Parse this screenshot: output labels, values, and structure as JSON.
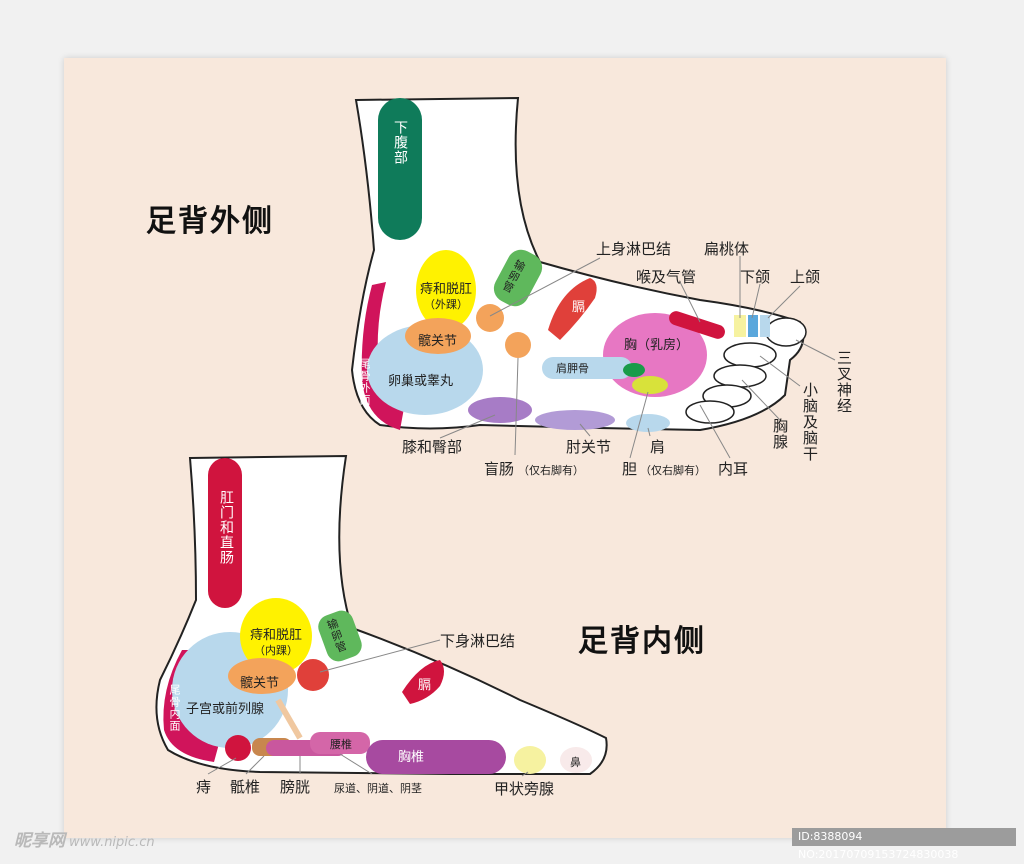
{
  "titles": {
    "lateral": "足背外侧",
    "medial": "足背内侧"
  },
  "lateral": {
    "inner": {
      "lower_abdomen": "下腹部",
      "hemorrhoids": "痔和脱肛",
      "hemorrhoids_sub": "（外踝）",
      "hip": "髋关节",
      "ovary": "卵巢或睾丸",
      "vas_deferens": "输卵管",
      "diaphragm": "膈",
      "chest": "胸（乳房）",
      "scapula": "肩胛骨",
      "coccyx": "尾骨外面"
    },
    "outer": {
      "upper_lymph": "上身淋巴结",
      "tonsil": "扁桃体",
      "throat": "喉及气管",
      "lower_jaw": "下颌",
      "upper_jaw": "上颌",
      "trigeminal": "三叉神经",
      "cerebellum": "小脑及脑干",
      "thymus": "胸腺",
      "knee": "膝和臀部",
      "elbow": "肘关节",
      "shoulder": "肩",
      "appendix": "盲肠",
      "appendix_note": "（仅右脚有）",
      "gallbladder": "胆",
      "gallbladder_note": "（仅右脚有）",
      "inner_ear": "内耳"
    }
  },
  "medial": {
    "inner": {
      "anus_rectum": "肛门和直肠",
      "hemorrhoids": "痔和脱肛",
      "hemorrhoids_sub": "（内踝）",
      "vas_deferens": "输卵管",
      "hip": "髋关节",
      "uterus": "子宫或前列腺",
      "coccyx": "尾骨内面",
      "lumbar": "腰椎",
      "thoracic": "胸椎",
      "diaphragm": "膈",
      "nose": "鼻"
    },
    "outer": {
      "lower_lymph": "下身淋巴结",
      "hemorrhoid_point": "痔",
      "sacrum": "骶椎",
      "bladder": "膀胱",
      "urethra": "尿道、阴道、阴茎",
      "thyroid_side": "甲状旁腺"
    }
  },
  "footer": {
    "watermark": "昵享网",
    "watermark_url": "www.nipic.cn",
    "image_id": "ID:8388094 NO:20170709153724830038"
  }
}
